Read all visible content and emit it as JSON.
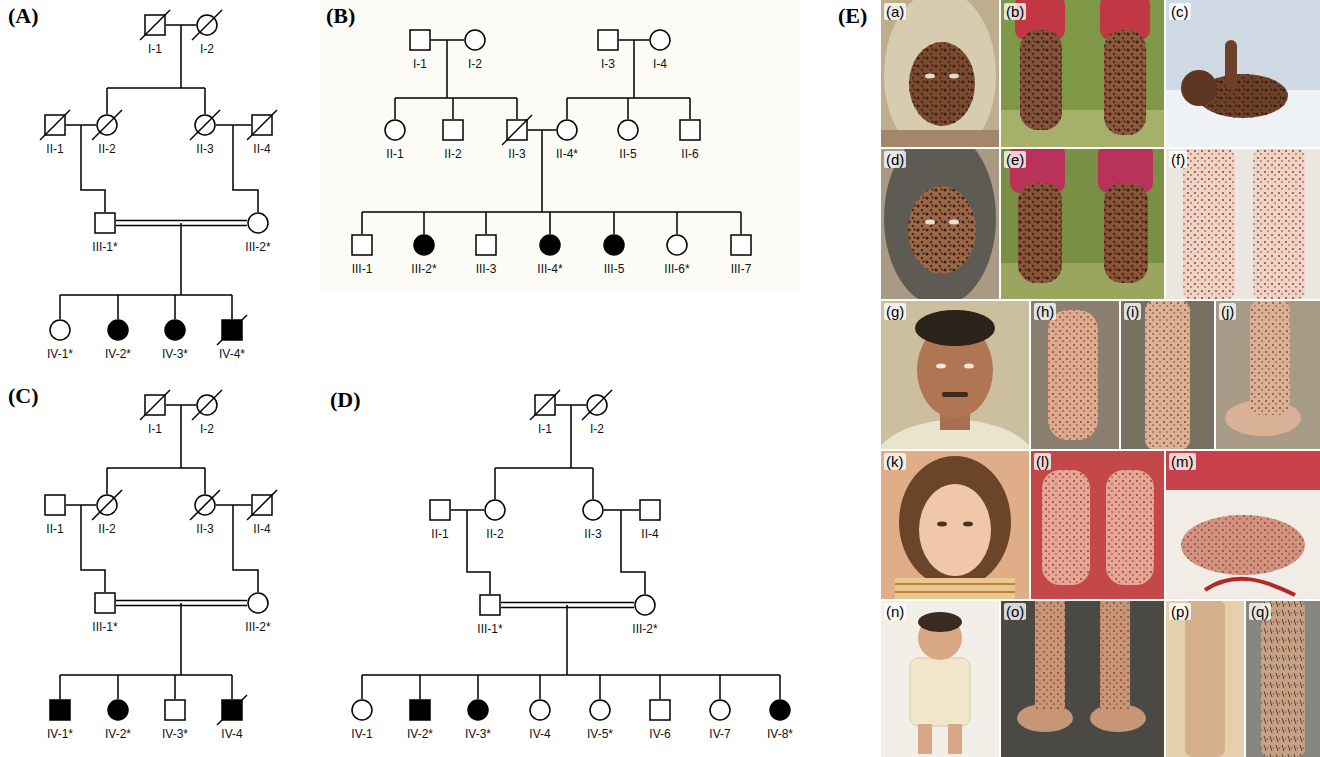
{
  "diagram": {
    "nodes": [
      {
        "text": [
          "I-1"
        ]
      },
      {
        "text": [
          "I-2"
        ]
      },
      {
        "text": [
          "II-1"
        ]
      },
      {
        "text": [
          "II-2"
        ]
      },
      {
        "text": [
          "II-3"
        ]
      },
      {
        "text": [
          "II-4"
        ]
      },
      {
        "text": [
          "III-1*"
        ]
      },
      {
        "text": [
          "III-2*"
        ]
      },
      {
        "text": [
          "IV-1*"
        ]
      },
      {
        "text": [
          "IV-2*"
        ]
      },
      {
        "text": [
          "IV-3*"
        ]
      },
      {
        "text": [
          "IV-4*"
        ]
      },
      {
        "text": [
          "I-1"
        ]
      },
      {
        "text": [
          "I-2"
        ]
      },
      {
        "text": [
          "I-3"
        ]
      },
      {
        "text": [
          "I-4"
        ]
      },
      {
        "text": [
          "II-1"
        ]
      },
      {
        "text": [
          "II-2"
        ]
      },
      {
        "text": [
          "II-3"
        ]
      },
      {
        "text": [
          "II-4*"
        ]
      },
      {
        "text": [
          "II-5"
        ]
      },
      {
        "text": [
          "II-6"
        ]
      },
      {
        "text": [
          "III-1"
        ]
      },
      {
        "text": [
          "III-2*"
        ]
      },
      {
        "text": [
          "III-3"
        ]
      },
      {
        "text": [
          "III-4*"
        ]
      },
      {
        "text": [
          "III-5"
        ]
      },
      {
        "text": [
          "III-6*"
        ]
      },
      {
        "text": [
          "III-7"
        ]
      },
      {
        "text": [
          "I-1"
        ]
      },
      {
        "text": [
          "I-2"
        ]
      },
      {
        "text": [
          "II-1"
        ]
      },
      {
        "text": [
          "II-2"
        ]
      },
      {
        "text": [
          "II-3"
        ]
      },
      {
        "text": [
          "II-4"
        ]
      },
      {
        "text": [
          "III-1*"
        ]
      },
      {
        "text": [
          "III-2*"
        ]
      },
      {
        "text": [
          "IV-1*"
        ]
      },
      {
        "text": [
          "IV-2*"
        ]
      },
      {
        "text": [
          "IV-3*"
        ]
      },
      {
        "text": [
          "IV-4"
        ]
      },
      {
        "text": [
          "I-1"
        ]
      },
      {
        "text": [
          "I-2"
        ]
      },
      {
        "text": [
          "II-1"
        ]
      },
      {
        "text": [
          "II-2"
        ]
      },
      {
        "text": [
          "II-3"
        ]
      },
      {
        "text": [
          "II-4"
        ]
      },
      {
        "text": [
          "III-1*"
        ]
      },
      {
        "text": [
          "III-2*"
        ]
      },
      {
        "text": [
          "IV-1"
        ]
      },
      {
        "text": [
          "IV-2*"
        ]
      },
      {
        "text": [
          "IV-3*"
        ]
      },
      {
        "text": [
          "IV-4"
        ]
      },
      {
        "text": [
          "IV-5*"
        ]
      },
      {
        "text": [
          "IV-6"
        ]
      },
      {
        "text": [
          "IV-7"
        ]
      },
      {
        "text": [
          "IV-8*"
        ]
      }
    ],
    "edges": [
      {
        "from": 0,
        "to": 1,
        "arrow": "none"
      },
      {
        "from": 2,
        "to": 3,
        "arrow": "none"
      },
      {
        "from": 4,
        "to": 5,
        "arrow": "none"
      },
      {
        "from": 6,
        "to": 7,
        "arrow": "none"
      },
      {
        "from": 12,
        "to": 13,
        "arrow": "none"
      },
      {
        "from": 14,
        "to": 15,
        "arrow": "none"
      },
      {
        "from": 18,
        "to": 19,
        "arrow": "none"
      },
      {
        "from": 29,
        "to": 30,
        "arrow": "none"
      },
      {
        "from": 31,
        "to": 32,
        "arrow": "none"
      },
      {
        "from": 33,
        "to": 34,
        "arrow": "none"
      },
      {
        "from": 35,
        "to": 36,
        "arrow": "none"
      },
      {
        "from": 41,
        "to": 42,
        "arrow": "none"
      },
      {
        "from": 43,
        "to": 44,
        "arrow": "none"
      },
      {
        "from": 45,
        "to": 46,
        "arrow": "none"
      },
      {
        "from": 47,
        "to": 48,
        "arrow": "none"
      }
    ],
    "labels": [
      "(A)",
      "(B)",
      "(C)",
      "(D)",
      "(E)",
      "(a)",
      "(b)",
      "(c)",
      "(d)",
      "(e)",
      "(f)",
      "(g)",
      "(h)",
      "(i)",
      "(j)",
      "(k)",
      "(l)",
      "(m)",
      "(n)",
      "(o)",
      "(p)",
      "(q)"
    ]
  }
}
